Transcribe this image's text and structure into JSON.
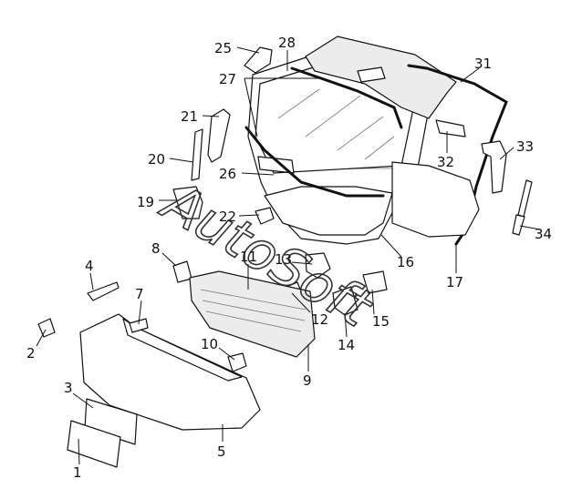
{
  "diagram": {
    "callouts": [
      "1",
      "2",
      "3",
      "4",
      "5",
      "7",
      "8",
      "9",
      "10",
      "11",
      "12",
      "13",
      "14",
      "15",
      "16",
      "17",
      "19",
      "20",
      "21",
      "22",
      "25",
      "26",
      "27",
      "28",
      "31",
      "32",
      "33",
      "34"
    ],
    "watermark": "AutoSoft"
  }
}
